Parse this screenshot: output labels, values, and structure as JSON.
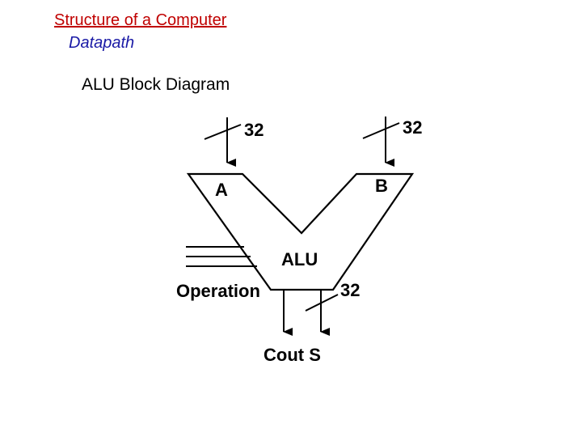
{
  "slide": {
    "title": "Structure of a Computer",
    "subtitle": "Datapath",
    "heading": "ALU Block Diagram"
  },
  "diagram": {
    "input_a_width": "32",
    "input_b_width": "32",
    "input_a_label": "A",
    "input_b_label": "B",
    "alu_label": "ALU",
    "operation_label": "Operation",
    "output_width": "32",
    "output_label": "Cout S"
  },
  "colors": {
    "title": "#c00000",
    "subtitle": "#1a1aa6"
  }
}
